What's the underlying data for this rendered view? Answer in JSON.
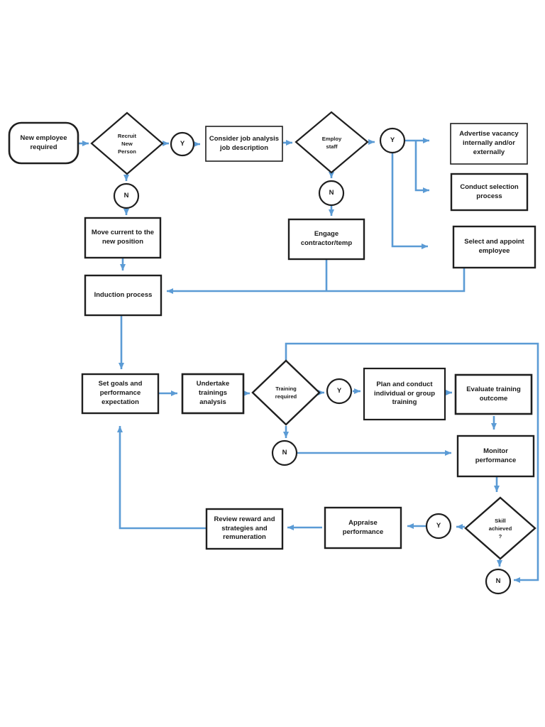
{
  "palette": {
    "connector_blue": "#5b9bd5",
    "shape_border": "#1f1f1f",
    "text_color": "#1a1a1a",
    "background": "#ffffff"
  },
  "labels": {
    "yes": "Y",
    "no": "N"
  },
  "nodes": {
    "start": "New employee\nrequired",
    "recruit_decision": "Recruit\nNew\nPerson",
    "consider": "Consider job analysis\njob description",
    "employ_decision": "Employ\nstaff",
    "advertise": "Advertise vacancy\ninternally and/or\nexternally",
    "conduct": "Conduct selection\nprocess",
    "select_appoint": "Select and appoint\nemployee",
    "move_current": "Move current to the\nnew position",
    "engage": "Engage\ncontractor/temp",
    "induction": "Induction process",
    "set_goals": "Set goals and\nperformance\nexpectation",
    "undertake": "Undertake\ntrainings\nanalysis",
    "training_decision": "Training\nrequired",
    "plan_training": "Plan and conduct\nindividual or group\ntraining",
    "evaluate": "Evaluate training\noutcome",
    "monitor": "Monitor\nperformance",
    "skill_decision": "Skill\nachieved\n?",
    "appraise": "Appraise\nperformance",
    "review": "Review reward and\nstrategies and\nremuneration"
  }
}
